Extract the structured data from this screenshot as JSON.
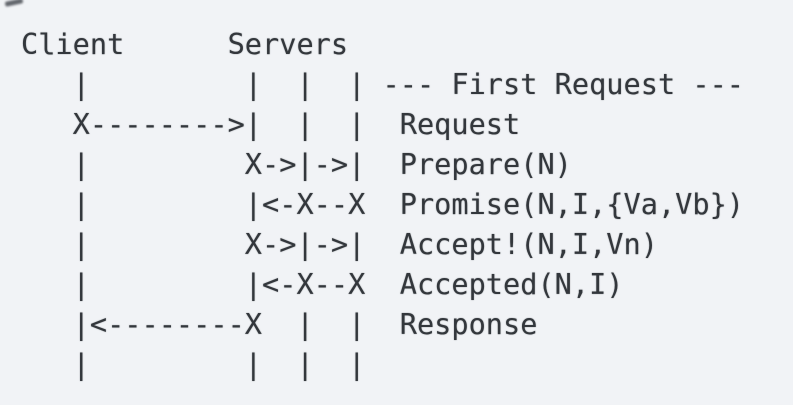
{
  "colors": {
    "background": "#f1f3f6",
    "text": "#33373c"
  },
  "header": {
    "client_label": "Client",
    "servers_label": "Servers",
    "server_lifeline_count": 3
  },
  "phase_banner": "--- First Request ---",
  "message_labels": [
    "Request",
    "Prepare(N)",
    "Promise(N,I,{Va,Vb})",
    "Accept!(N,I,Vn)",
    "Accepted(N,I)",
    "Response"
  ],
  "ascii_lines": [
    "Client      Servers",
    "   |         |  |  | --- First Request ---",
    "   X-------->|  |  |  Request",
    "   |         X->|->|  Prepare(N)",
    "   |         |<-X--X  Promise(N,I,{Va,Vb})",
    "   |         X->|->|  Accept!(N,I,Vn)",
    "   |         |<-X--X  Accepted(N,I)",
    "   |<--------X  |  |  Response",
    "   |         |  |  |"
  ]
}
